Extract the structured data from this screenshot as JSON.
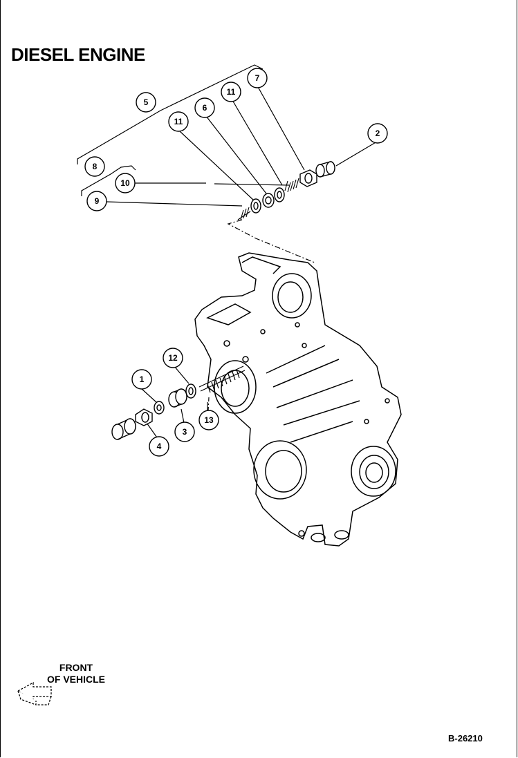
{
  "title": "DIESEL ENGINE",
  "front_label": {
    "line1": "FRONT",
    "line2": "OF VEHICLE"
  },
  "doc_number": "B-26210",
  "callouts": {
    "c5": "5",
    "c7": "7",
    "c11a": "11",
    "c6": "6",
    "c11b": "11",
    "c2": "2",
    "c8": "8",
    "c10": "10",
    "c9": "9",
    "c12": "12",
    "c1": "1",
    "c3": "3",
    "c13": "13",
    "c4": "4"
  },
  "icons": {
    "front_arrow": "front-of-vehicle-arrow-icon",
    "housing": "engine-front-housing"
  }
}
